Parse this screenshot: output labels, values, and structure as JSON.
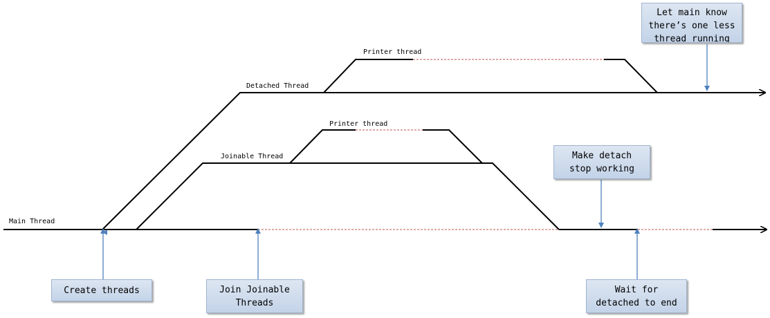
{
  "labels": {
    "main_thread": "Main Thread",
    "detached_thread": "Detached Thread",
    "joinable_thread": "Joinable Thread",
    "printer_thread_top": "Printer thread",
    "printer_thread_mid": "Printer thread"
  },
  "callouts": {
    "create_threads": [
      "Create threads"
    ],
    "join_joinable": [
      "Join Joinable",
      "Threads"
    ],
    "wait_detached": [
      "Wait for",
      "detached to end"
    ],
    "make_detach_stop": [
      "Make detach",
      "stop working"
    ],
    "let_main_know": [
      "Let main know",
      "there’s one less",
      "thread running"
    ]
  },
  "colors": {
    "line": "#000000",
    "dashed": "#c0504d",
    "arrow": "#4f81bd",
    "box_fill_top": "#dde6f2",
    "box_fill_bottom": "#c3d3e8",
    "box_border": "#9fb3cf"
  }
}
